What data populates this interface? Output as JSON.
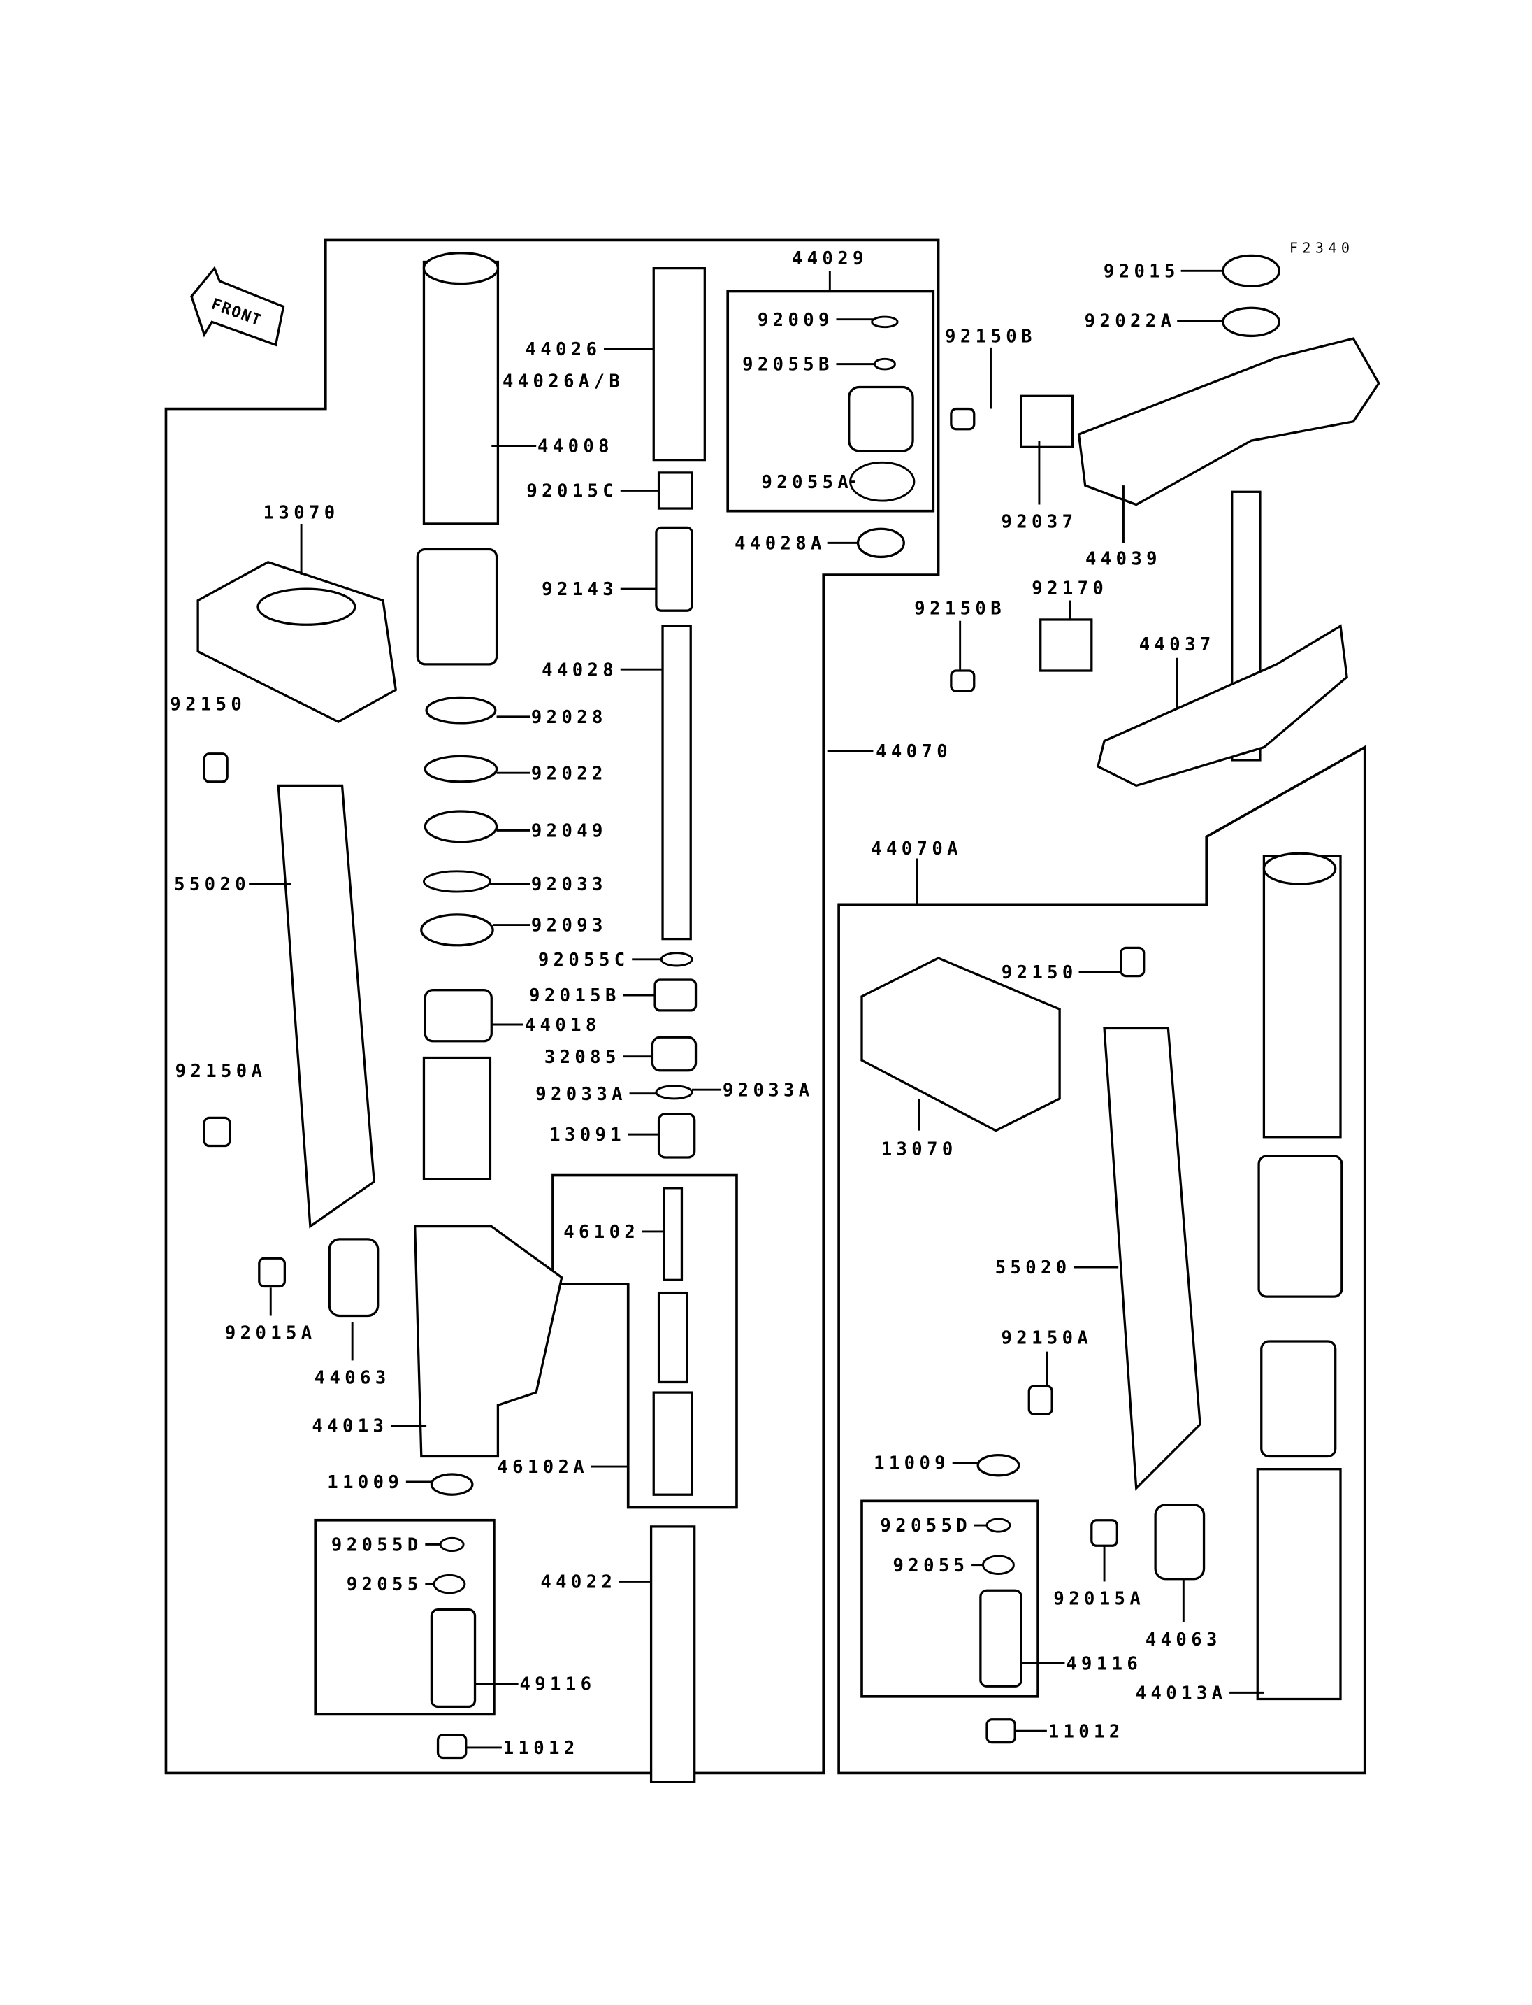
{
  "diagram": {
    "code": "F2340",
    "front_logo": "FRONT",
    "colors": {
      "ink": "#000000",
      "background": "#ffffff"
    },
    "assembly_labels": {
      "left_fork": "44070",
      "right_fork": "44070A",
      "cap_kit": "44029",
      "valve_kit": "46102",
      "valve_kit_a": "46102A"
    },
    "left_labels": {
      "l44026": "44026",
      "l44026ab": "44026A/B",
      "l44008": "44008",
      "l92015c": "92015C",
      "l92143": "92143",
      "l44028": "44028",
      "l92028": "92028",
      "l92022": "92022",
      "l92049": "92049",
      "l92033": "92033",
      "l92093": "92093",
      "l92055c": "92055C",
      "l92015b": "92015B",
      "l44018": "44018",
      "l32085": "32085",
      "l92033a_l": "92033A",
      "l92033a_r": "92033A",
      "l13091": "13091",
      "l44022": "44022",
      "l49116": "49116",
      "l92055d": "92055D",
      "l92055": "92055",
      "l11009": "11009",
      "l11012": "11012",
      "l44013": "44013",
      "l44063": "44063",
      "l92015a": "92015A",
      "l92150a": "92150A",
      "l55020": "55020",
      "l92150": "92150",
      "l13070": "13070",
      "l92009": "92009",
      "l92055b": "92055B",
      "l92055a": "92055A",
      "l44028a": "44028A"
    },
    "right_labels": {
      "r92015": "92015",
      "r92022a": "92022A",
      "r92150b_top": "92150B",
      "r92037": "92037",
      "r44039": "44039",
      "r92170": "92170",
      "r92150b_bot": "92150B",
      "r44037": "44037",
      "r92150": "92150",
      "r13070": "13070",
      "r55020": "55020",
      "r92150a": "92150A",
      "r11009": "11009",
      "r92055d": "92055D",
      "r92055": "92055",
      "r49116": "49116",
      "r92015a": "92015A",
      "r44063": "44063",
      "r44013a": "44013A",
      "r11012": "11012"
    }
  }
}
